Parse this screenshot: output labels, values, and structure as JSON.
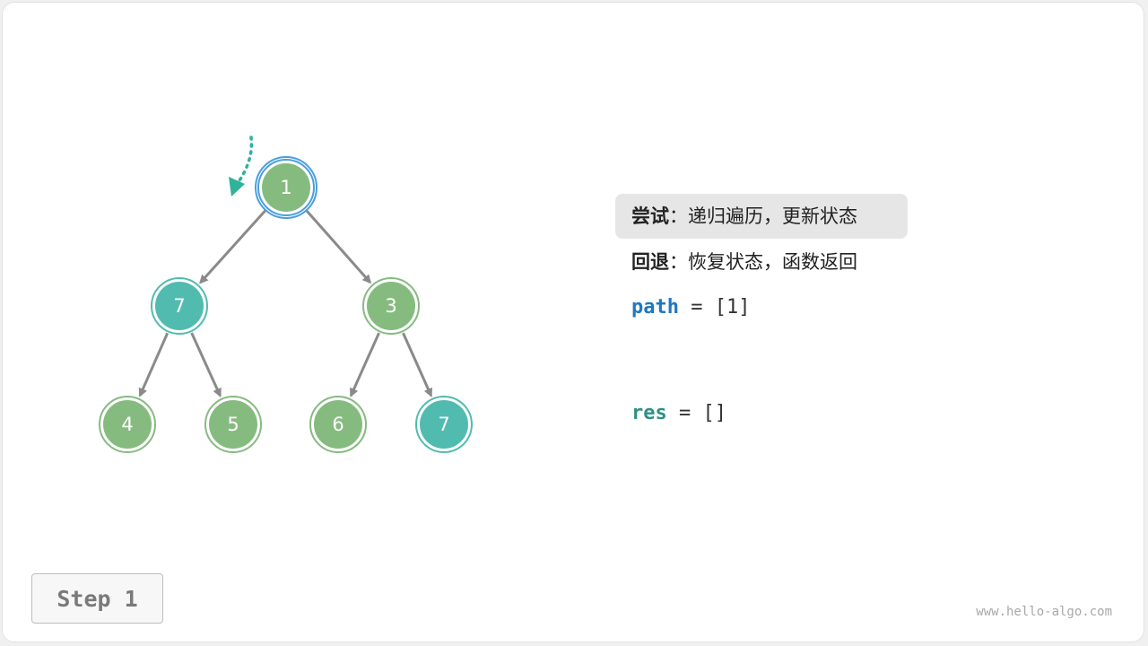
{
  "tree": {
    "nodes": [
      {
        "id": "n1",
        "label": "1",
        "state": "current"
      },
      {
        "id": "n7a",
        "label": "7",
        "state": "target"
      },
      {
        "id": "n3",
        "label": "3",
        "state": "normal"
      },
      {
        "id": "n4",
        "label": "4",
        "state": "normal"
      },
      {
        "id": "n5",
        "label": "5",
        "state": "normal"
      },
      {
        "id": "n6",
        "label": "6",
        "state": "normal"
      },
      {
        "id": "n7b",
        "label": "7",
        "state": "target"
      }
    ],
    "edges": [
      [
        "n1",
        "n7a"
      ],
      [
        "n1",
        "n3"
      ],
      [
        "n7a",
        "n4"
      ],
      [
        "n7a",
        "n5"
      ],
      [
        "n3",
        "n6"
      ],
      [
        "n3",
        "n7b"
      ]
    ]
  },
  "panel": {
    "try_label": "尝试",
    "try_text": "：递归遍历，更新状态",
    "retreat_label": "回退",
    "retreat_text": "：恢复状态，函数返回",
    "path_name": "path",
    "path_value": " = [1]",
    "res_name": "res",
    "res_value": " = []"
  },
  "step_label": "Step 1",
  "watermark": "www.hello-algo.com",
  "colors": {
    "node_normal": "#86bb80",
    "node_target": "#52bbb0",
    "current_ring": "#4a9fe0",
    "edge": "#8a8a8a",
    "arrow": "#2fb39a",
    "highlight_bg": "#e6e6e6"
  }
}
